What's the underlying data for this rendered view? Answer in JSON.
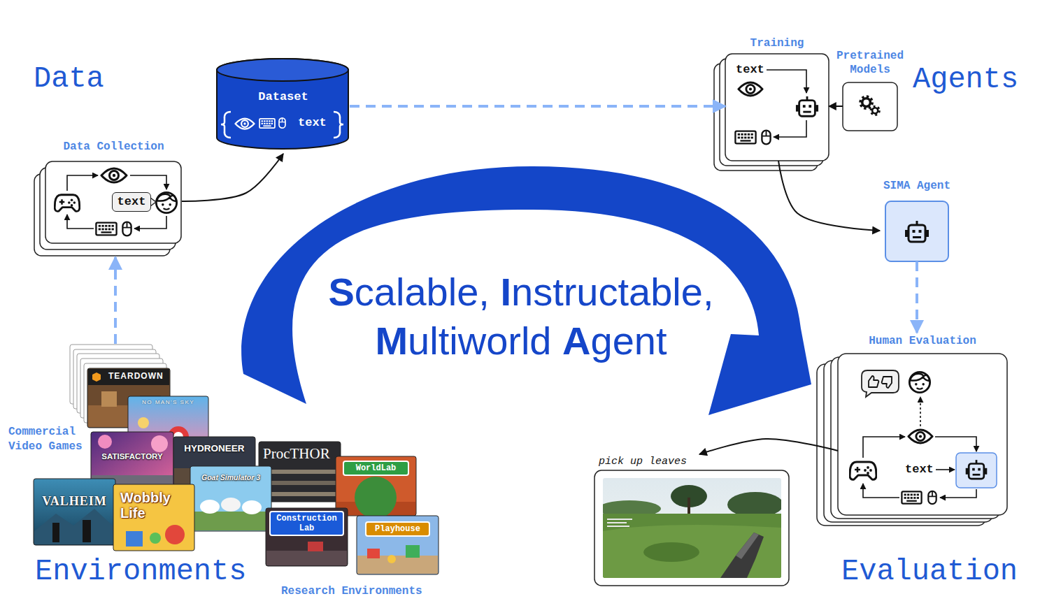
{
  "diagram": {
    "title": "Scalable, Instructable, Multiworld Agent",
    "nodes": [
      {
        "text": [
          "Dataset",
          "text"
        ]
      },
      {
        "text": [
          "Training",
          "text"
        ]
      },
      {
        "text": [
          "Pretrained Models"
        ]
      },
      {
        "text": [
          "Data Collection"
        ]
      },
      {
        "text": [
          "text"
        ],
        "in": 3
      },
      {
        "text": [
          "SIMA Agent"
        ]
      },
      {
        "text": [
          "Human Evaluation",
          "text"
        ]
      },
      {
        "text": [
          "TEARDOWN"
        ]
      },
      {
        "text": [
          "NO MAN'S SKY"
        ]
      },
      {
        "text": [
          "SATISFACTORY"
        ]
      },
      {
        "text": [
          "HYDRONEER"
        ]
      },
      {
        "text": [
          "ProcTHOR"
        ]
      },
      {
        "text": [
          "WorldLab"
        ]
      },
      {
        "text": [
          "Goat Simulator 3"
        ]
      },
      {
        "text": [
          "VALHEIM"
        ]
      },
      {
        "text": [
          "Wobbly Life"
        ]
      },
      {
        "text": [
          "Construction Lab"
        ]
      },
      {
        "text": [
          "Playhouse"
        ]
      },
      {
        "text": [
          "pick up leaves"
        ]
      }
    ],
    "edges": [
      {
        "from": 7,
        "to": 3,
        "arrow": "to"
      },
      {
        "from": 3,
        "to": 0,
        "arrow": "to"
      },
      {
        "from": 0,
        "to": 1,
        "arrow": "to"
      },
      {
        "from": 2,
        "to": 1,
        "arrow": "to"
      },
      {
        "from": 1,
        "to": 5,
        "arrow": "to"
      },
      {
        "from": 5,
        "to": 6,
        "arrow": "to"
      },
      {
        "from": 6,
        "to": 18,
        "arrow": "to"
      }
    ],
    "labels": [
      "Data",
      "Agents",
      "Commercial Video Games",
      "Research Environments",
      "Environments",
      "Evaluation"
    ]
  }
}
